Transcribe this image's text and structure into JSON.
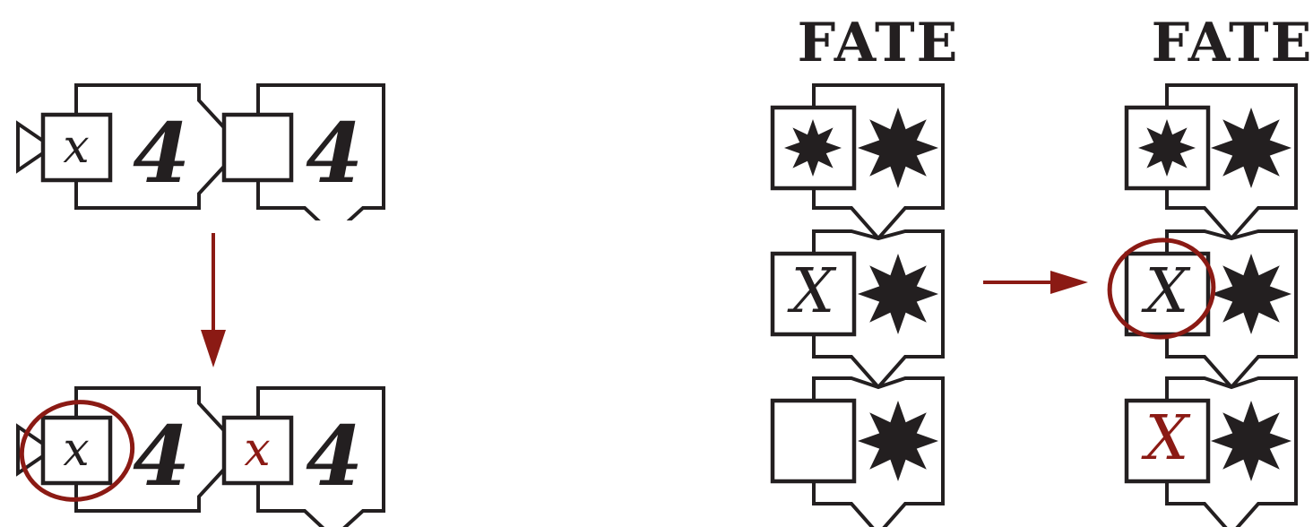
{
  "colors": {
    "ink": "#231f20",
    "accent": "#8b1a14",
    "background": "#ffffff"
  },
  "left_panel": {
    "before": {
      "counters": [
        {
          "mark": "x",
          "number": "4"
        },
        {
          "mark": "",
          "number": "4"
        }
      ]
    },
    "after": {
      "counters": [
        {
          "mark": "x",
          "number": "4",
          "circled": true
        },
        {
          "mark": "x",
          "number": "4",
          "mark_color": "red"
        }
      ]
    }
  },
  "right_panel": {
    "before": {
      "title": "FATE",
      "rows": [
        {
          "mark": "star"
        },
        {
          "mark": "X"
        },
        {
          "mark": ""
        }
      ]
    },
    "after": {
      "title": "FATE",
      "rows": [
        {
          "mark": "star"
        },
        {
          "mark": "X",
          "circled": true
        },
        {
          "mark": "X",
          "mark_color": "red"
        }
      ]
    }
  },
  "icons": [
    "play-triangle-icon",
    "down-arrow-icon",
    "right-arrow-icon",
    "star-icon",
    "circle-highlight-icon"
  ]
}
